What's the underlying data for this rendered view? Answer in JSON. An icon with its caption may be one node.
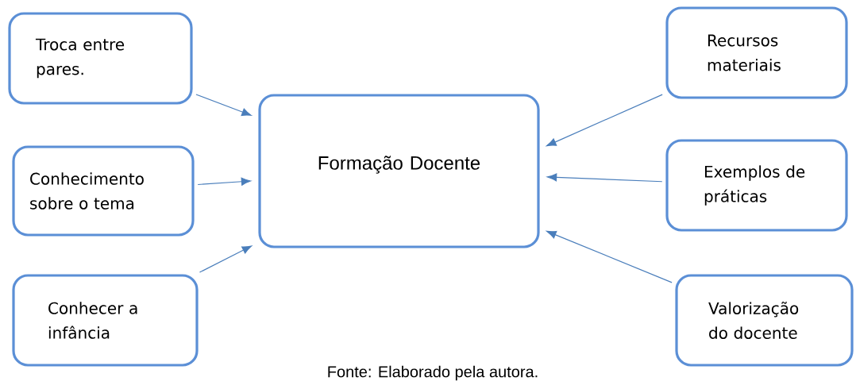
{
  "diagram": {
    "nodes": [
      {
        "text": [
          "Troca entre pares."
        ]
      },
      {
        "text": [
          "Conhecimento sobre o tema"
        ]
      },
      {
        "text": [
          "Conhecer a infância"
        ]
      },
      {
        "text": [
          "Formação Docente"
        ]
      },
      {
        "text": [
          "Recursos materiais"
        ]
      },
      {
        "text": [
          "Exemplos de práticas"
        ]
      },
      {
        "text": [
          "Valorização do docente"
        ]
      }
    ],
    "edges": [
      {
        "from": 0,
        "to": 3,
        "arrow": "to"
      },
      {
        "from": 1,
        "to": 3,
        "arrow": "to"
      },
      {
        "from": 2,
        "to": 3,
        "arrow": "to"
      },
      {
        "from": 4,
        "to": 3,
        "arrow": "to"
      },
      {
        "from": 5,
        "to": 3,
        "arrow": "to"
      },
      {
        "from": 6,
        "to": 3,
        "arrow": "to"
      }
    ],
    "labels": [
      "Fonte: Elaborado pela autora."
    ]
  }
}
